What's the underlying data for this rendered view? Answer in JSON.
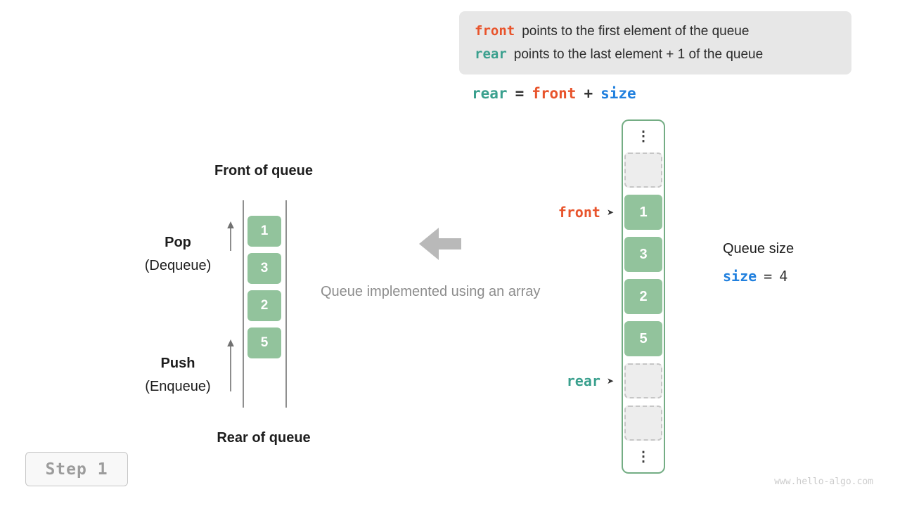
{
  "colors": {
    "orange": "#e8542c",
    "teal": "#3aa08e",
    "blue": "#2180de",
    "green_cell": "#92c39c",
    "green_border": "#74ad84",
    "info_bg": "#e7e7e7",
    "gray_text": "#8d8d8d",
    "step_gray": "#9c9c9c",
    "watermark_gray": "#cccccc"
  },
  "info_box": {
    "lines": [
      {
        "keyword": "front",
        "text": "points to the first element of the queue"
      },
      {
        "keyword": "rear",
        "text": "points to the last element + 1 of the queue"
      }
    ]
  },
  "formula": {
    "parts": [
      {
        "text": "rear"
      },
      {
        "text": "="
      },
      {
        "text": "front"
      },
      {
        "text": "+"
      },
      {
        "text": "size"
      }
    ]
  },
  "left_diagram": {
    "front_label": "Front of queue",
    "rear_label": "Rear of queue",
    "pop_label": "Pop",
    "pop_sub": "(Dequeue)",
    "push_label": "Push",
    "push_sub": "(Enqueue)",
    "values": [
      "1",
      "3",
      "2",
      "5"
    ]
  },
  "center": {
    "caption": "Queue implemented using an array"
  },
  "array_diagram": {
    "cells": [
      {
        "type": "dots"
      },
      {
        "type": "empty"
      },
      {
        "type": "value",
        "value": "1",
        "pointer": "front"
      },
      {
        "type": "value",
        "value": "3"
      },
      {
        "type": "value",
        "value": "2"
      },
      {
        "type": "value",
        "value": "5"
      },
      {
        "type": "empty",
        "pointer": "rear"
      },
      {
        "type": "empty"
      },
      {
        "type": "dots"
      }
    ],
    "pointers": {
      "front": {
        "label": "front",
        "color_class": "orange"
      },
      "rear": {
        "label": "rear",
        "color_class": "teal"
      }
    },
    "size_panel": {
      "title": "Queue size",
      "keyword": "size",
      "operator": "=",
      "value": "4"
    }
  },
  "step_badge": {
    "label": "Step 1"
  },
  "watermark": {
    "text": "www.hello-algo.com"
  }
}
